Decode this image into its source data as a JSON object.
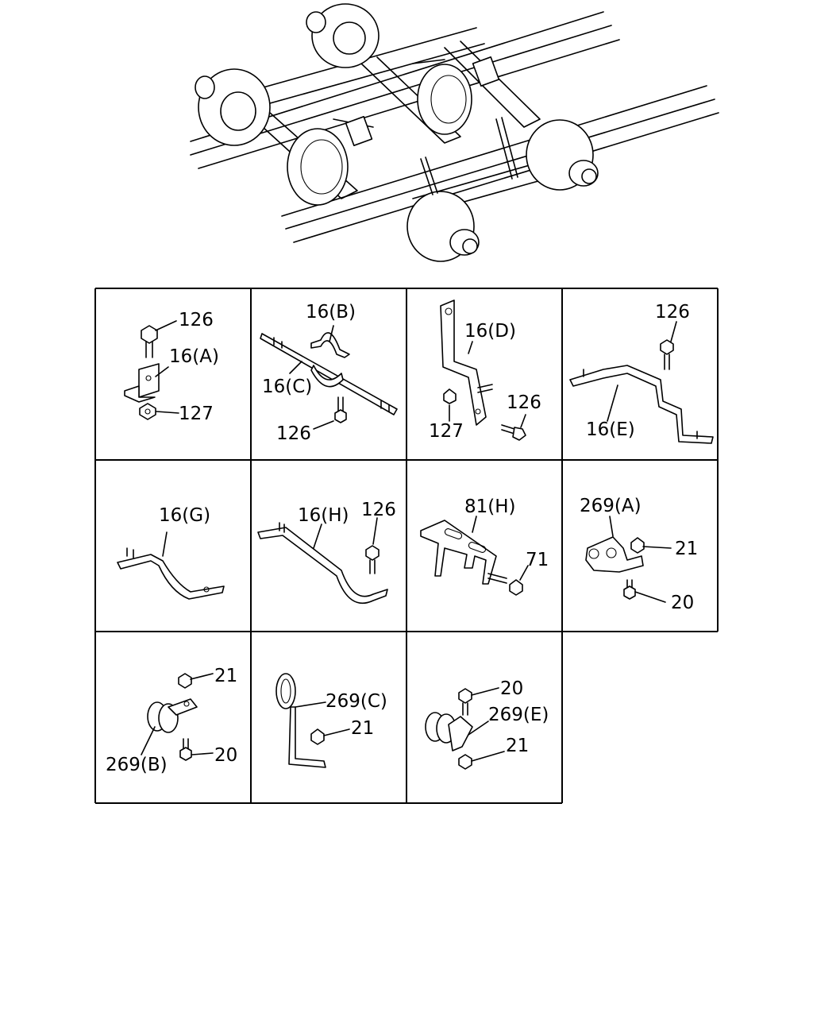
{
  "cells": [
    {
      "id": "c1",
      "labels": [
        "126",
        "16(A)",
        "127"
      ]
    },
    {
      "id": "c2",
      "labels": [
        "16(B)",
        "16(C)",
        "126"
      ]
    },
    {
      "id": "c3",
      "labels": [
        "16(D)",
        "126",
        "127"
      ]
    },
    {
      "id": "c4",
      "labels": [
        "126",
        "16(E)"
      ]
    },
    {
      "id": "c5",
      "labels": [
        "16(G)"
      ]
    },
    {
      "id": "c6",
      "labels": [
        "16(H)",
        "126"
      ]
    },
    {
      "id": "c7",
      "labels": [
        "81(H)",
        "71"
      ]
    },
    {
      "id": "c8",
      "labels": [
        "269(A)",
        "21",
        "20"
      ]
    },
    {
      "id": "c9",
      "labels": [
        "21",
        "269(B)",
        "20"
      ]
    },
    {
      "id": "c10",
      "labels": [
        "269(C)",
        "21"
      ]
    },
    {
      "id": "c11",
      "labels": [
        "20",
        "269(E)",
        "21"
      ]
    }
  ]
}
